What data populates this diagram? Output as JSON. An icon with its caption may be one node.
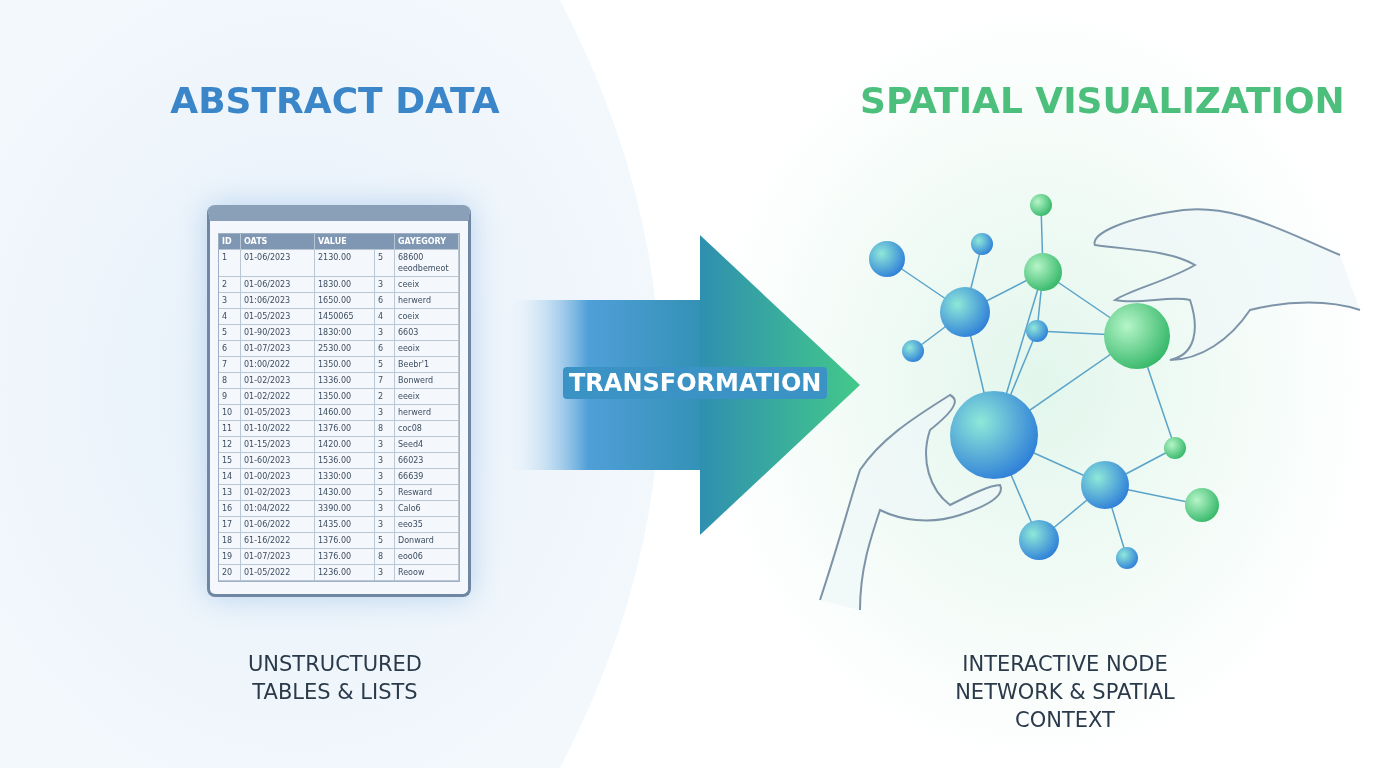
{
  "diagram": {
    "nodes": [
      {
        "text": [
          "ABSTRACT DATA",
          "UNSTRUCTURED TABLES & LISTS"
        ]
      },
      {
        "text": [
          "SPATIAL VISUALIZATION",
          "INTERACTIVE NODE NETWORK & SPATIAL CONTEXT"
        ]
      }
    ],
    "edges": [
      {
        "from": 0,
        "to": 1,
        "arrow": "to",
        "label": "TRANSFORMATION"
      }
    ],
    "labels": [
      "ID",
      "OATS",
      "VALUE",
      "GAYEGORY",
      "1",
      "01-06/2023",
      "2130.00",
      "5",
      "68600 eeodbemeot",
      "2",
      "01-06/2023",
      "1830.00",
      "3",
      "ceeix",
      "3",
      "01:06/2023",
      "1650.00",
      "6",
      "herwerd",
      "4",
      "01-05/2023",
      "1450065",
      "4",
      "coeix",
      "5",
      "01-90/2023",
      "1830:00",
      "3",
      "6603",
      "6",
      "01-07/2023",
      "2530.00",
      "6",
      "eeoix",
      "7",
      "01:00/2022",
      "1350.00",
      "5",
      "Beebr'1",
      "8",
      "01-02/2023",
      "1336.00",
      "7",
      "Bonwerd",
      "9",
      "01-02/2022",
      "1350.00",
      "2",
      "eeeix",
      "10",
      "01-05/2023",
      "1460.00",
      "3",
      "herwerd",
      "11",
      "01-10/2022",
      "1376.00",
      "8",
      "coc08",
      "12",
      "01-15/2023",
      "1420.00",
      "3",
      "Seed4",
      "15",
      "01-60/2023",
      "1536.00",
      "3",
      "66023",
      "14",
      "01-00/2023",
      "1330:00",
      "3",
      "66639",
      "13",
      "01-02/2023",
      "1430.00",
      "5",
      "Resward",
      "16",
      "01:04/2022",
      "3390.00",
      "3",
      "Calo6",
      "17",
      "01-06/2022",
      "1435.00",
      "3",
      "eeo35",
      "18",
      "61-16/2022",
      "1376.00",
      "5",
      "Donward",
      "19",
      "01-07/2023",
      "1376.00",
      "8",
      "eoo06",
      "20",
      "01-05/2022",
      "1236.00",
      "3",
      "Reoow"
    ]
  }
}
